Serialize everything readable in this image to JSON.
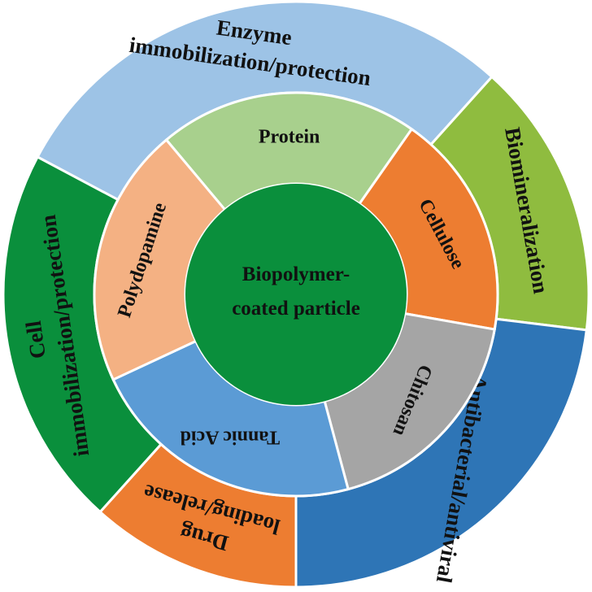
{
  "center": {
    "lines": [
      "Biopolymer-",
      "coated particle"
    ],
    "color": "#0a8f3c"
  },
  "inner_ring": [
    {
      "label": "Protein",
      "color": "#a8d08d"
    },
    {
      "label": "Cellulose",
      "color": "#ed7d31"
    },
    {
      "label": "Chitosan",
      "color": "#a5a5a5"
    },
    {
      "label": "Tannic Acid",
      "color": "#5b9bd5"
    },
    {
      "label": "Polydopamine",
      "color": "#f4b183"
    }
  ],
  "outer_ring": [
    {
      "lines": [
        "Enzyme",
        "immobilization/protection"
      ],
      "color": "#9dc3e6"
    },
    {
      "lines": [
        "Biomineralization"
      ],
      "color": "#8fbc3f"
    },
    {
      "lines": [
        "Antibacterial/antiviral"
      ],
      "color": "#2e75b6"
    },
    {
      "lines": [
        "Drug",
        "loading/release"
      ],
      "color": "#ed7d31"
    },
    {
      "lines": [
        "Cell",
        "immobilization/protection"
      ],
      "color": "#0a8f3c"
    }
  ]
}
